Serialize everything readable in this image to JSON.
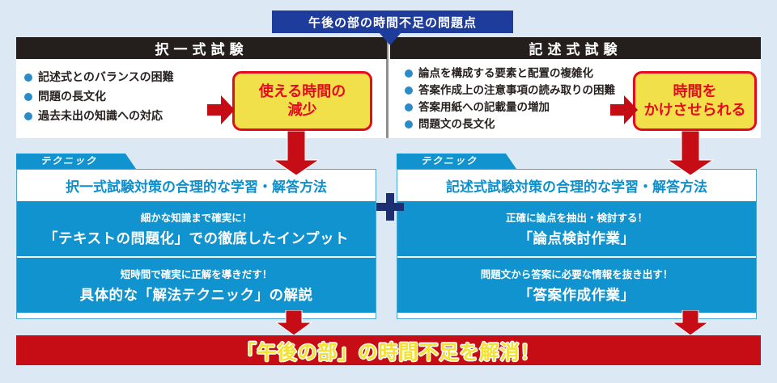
{
  "colors": {
    "background": "#dce8f3",
    "banner_navy": "#1e3c9b",
    "header_black": "#241f1d",
    "accent_blue": "#1193cf",
    "bullet_blue": "#2a8bc9",
    "arrow_red": "#c60d15",
    "result_yellow_bg": "#f1e049",
    "result_red_text": "#e50b1e",
    "bottom_banner_red": "#c60d15",
    "bottom_banner_yellow_text": "#f2e232",
    "plus_navy": "#1b2f72"
  },
  "top_banner": {
    "label": "午後の部の時間不足の問題点"
  },
  "left_column": {
    "header": "択一式試験",
    "issues": [
      "記述式とのバランスの困難",
      "問題の長文化",
      "過去未出の知識への対応"
    ],
    "result_box": "使える時間の\n減少",
    "technique_tab": "テクニック",
    "section_title": "択一式試験対策の合理的な学習・解答方法",
    "rows": [
      {
        "lead": "細かな知識まで確実に！",
        "main": "「テキストの問題化」での徹底したインプット"
      },
      {
        "lead": "短時間で確実に正解を導きだす！",
        "main": "具体的な「解法テクニック」の解説"
      }
    ]
  },
  "right_column": {
    "header": "記述式試験",
    "issues": [
      "論点を構成する要素と配置の複雑化",
      "答案作成上の注意事項の読み取りの困難",
      "答案用紙への記載量の増加",
      "問題文の長文化"
    ],
    "result_box": "時間を\nかけさせられる",
    "technique_tab": "テクニック",
    "section_title": "記述式試験対策の合理的な学習・解答方法",
    "rows": [
      {
        "lead": "正確に論点を抽出・検討する！",
        "main": "「論点検討作業」"
      },
      {
        "lead": "問題文から答案に必要な情報を抜き出す！",
        "main": "「答案作成作業」"
      }
    ]
  },
  "bottom_banner": {
    "label": "「午後の部」の時間不足を解消！"
  }
}
